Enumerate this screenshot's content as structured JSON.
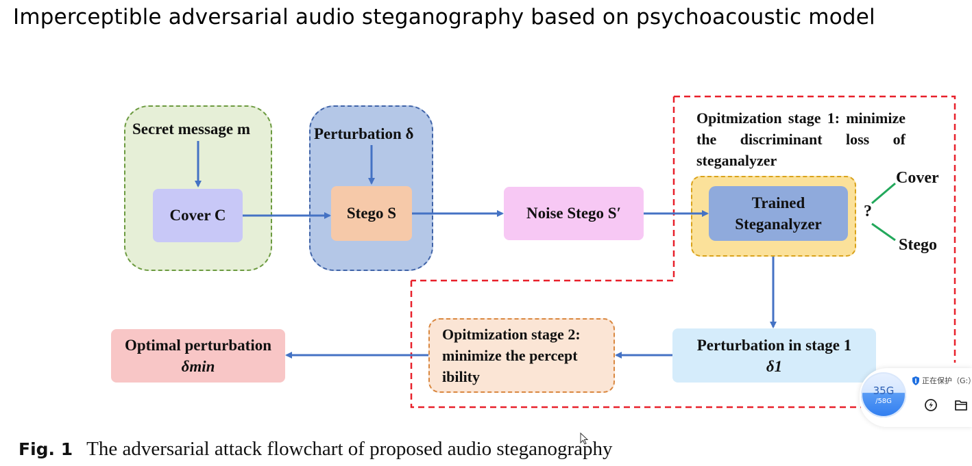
{
  "page_title": "Imperceptible adversarial audio steganography based on psychoacoustic model",
  "figure": {
    "secret_message_label": "Secret message m",
    "cover_label": "Cover C",
    "perturbation_label": "Perturbation δ",
    "stego_label": "Stego S",
    "noise_stego_label": "Noise Stego S′",
    "stage1_text": "Opitmization stage 1: minimize the discriminant loss of steganalyzer",
    "analyzer_line1": "Trained",
    "analyzer_line2": "Steganalyzer",
    "question_mark": "?",
    "out_cover": "Cover",
    "out_stego": "Stego",
    "perturb_stage1_line1": "Perturbation in stage 1",
    "perturb_stage1_symbol": "δ1",
    "stage2_line1": "Opitmization stage 2:",
    "stage2_line2": "minimize the percept",
    "stage2_line3": "ibility",
    "optimal_line1": "Optimal perturbation",
    "optimal_symbol": "δmin"
  },
  "caption": {
    "fig_label": "Fig. 1",
    "text": "The adversarial attack flowchart of proposed audio steganography"
  },
  "widget": {
    "disk_used": "35G",
    "disk_total": "/58G",
    "protect_text": "正在保护（G:）"
  },
  "colors": {
    "green_group": "#e6efd7",
    "blue_group": "#b4c7e7",
    "cover_box": "#c8c8f7",
    "stego_box": "#f6c9a9",
    "noise_box": "#f7c8f4",
    "analyzer_outer": "#fbe19a",
    "analyzer_inner": "#8faadc",
    "perturb_stage1_box": "#d5ecfb",
    "stage2_box": "#fbe5d5",
    "optimal_box": "#f8c6c6",
    "arrow": "#4472c4",
    "dashed_red": "#e8202a",
    "output_line": "#22a85b"
  }
}
